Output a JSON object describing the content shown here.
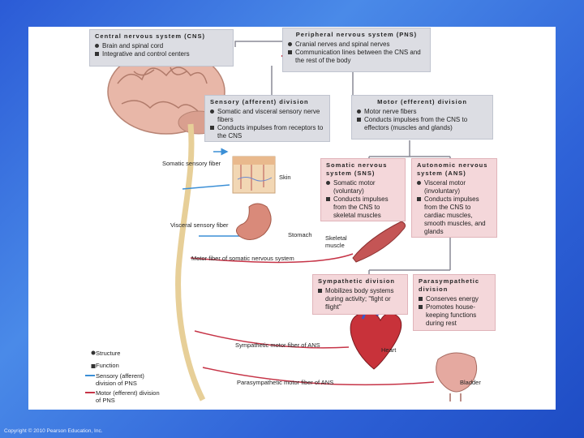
{
  "cns": {
    "title": "Central nervous system (CNS)",
    "items": [
      "Brain and spinal cord",
      "Integrative and control centers"
    ]
  },
  "pns": {
    "title": "Peripheral nervous system (PNS)",
    "items": [
      "Cranial nerves and spinal nerves",
      "Communication lines between the CNS and the rest of the body"
    ]
  },
  "sensory": {
    "title": "Sensory (afferent) division",
    "items": [
      "Somatic and visceral sensory nerve fibers",
      "Conducts impulses from receptors to the CNS"
    ]
  },
  "motor": {
    "title": "Motor (efferent) division",
    "items": [
      "Motor nerve fibers",
      "Conducts impulses from the CNS to effectors (muscles and glands)"
    ]
  },
  "somatic": {
    "title": "Somatic nervous system (SNS)",
    "items": [
      "Somatic motor (voluntary)",
      "Conducts impulses from the CNS to skeletal muscles"
    ]
  },
  "autonomic": {
    "title": "Autonomic nervous system (ANS)",
    "items": [
      "Visceral motor (involuntary)",
      "Conducts impulses from the CNS to cardiac muscles, smooth muscles, and glands"
    ]
  },
  "sympathetic": {
    "title": "Sympathetic division",
    "items": [
      "Mobilizes body systems during activity; \"fight or flight\""
    ]
  },
  "parasympathetic": {
    "title": "Parasympathetic division",
    "items": [
      "Conserves energy",
      "Promotes house-keeping functions during rest"
    ]
  },
  "labels": {
    "somatic_sensory_fiber": "Somatic sensory fiber",
    "skin": "Skin",
    "visceral_sensory_fiber": "Visceral sensory fiber",
    "stomach": "Stomach",
    "skeletal_muscle": "Skeletal muscle",
    "motor_fiber_sns": "Motor fiber of somatic nervous system",
    "sympathetic_fiber": "Sympathetic motor fiber of ANS",
    "heart": "Heart",
    "parasympathetic_fiber": "Parasympathetic motor fiber of ANS",
    "bladder": "Bladder"
  },
  "legend": {
    "structure": "Structure",
    "function": "Function",
    "sensory": "Sensory (afferent) division of PNS",
    "motor": "Motor (efferent) division of PNS"
  },
  "copyright": "Copyright © 2010 Pearson Education, Inc.",
  "colors": {
    "sensory_line": "#3b8fd6",
    "motor_line": "#c63447",
    "pink_box": "#f4d7da",
    "gray_box": "#dcdde3"
  }
}
